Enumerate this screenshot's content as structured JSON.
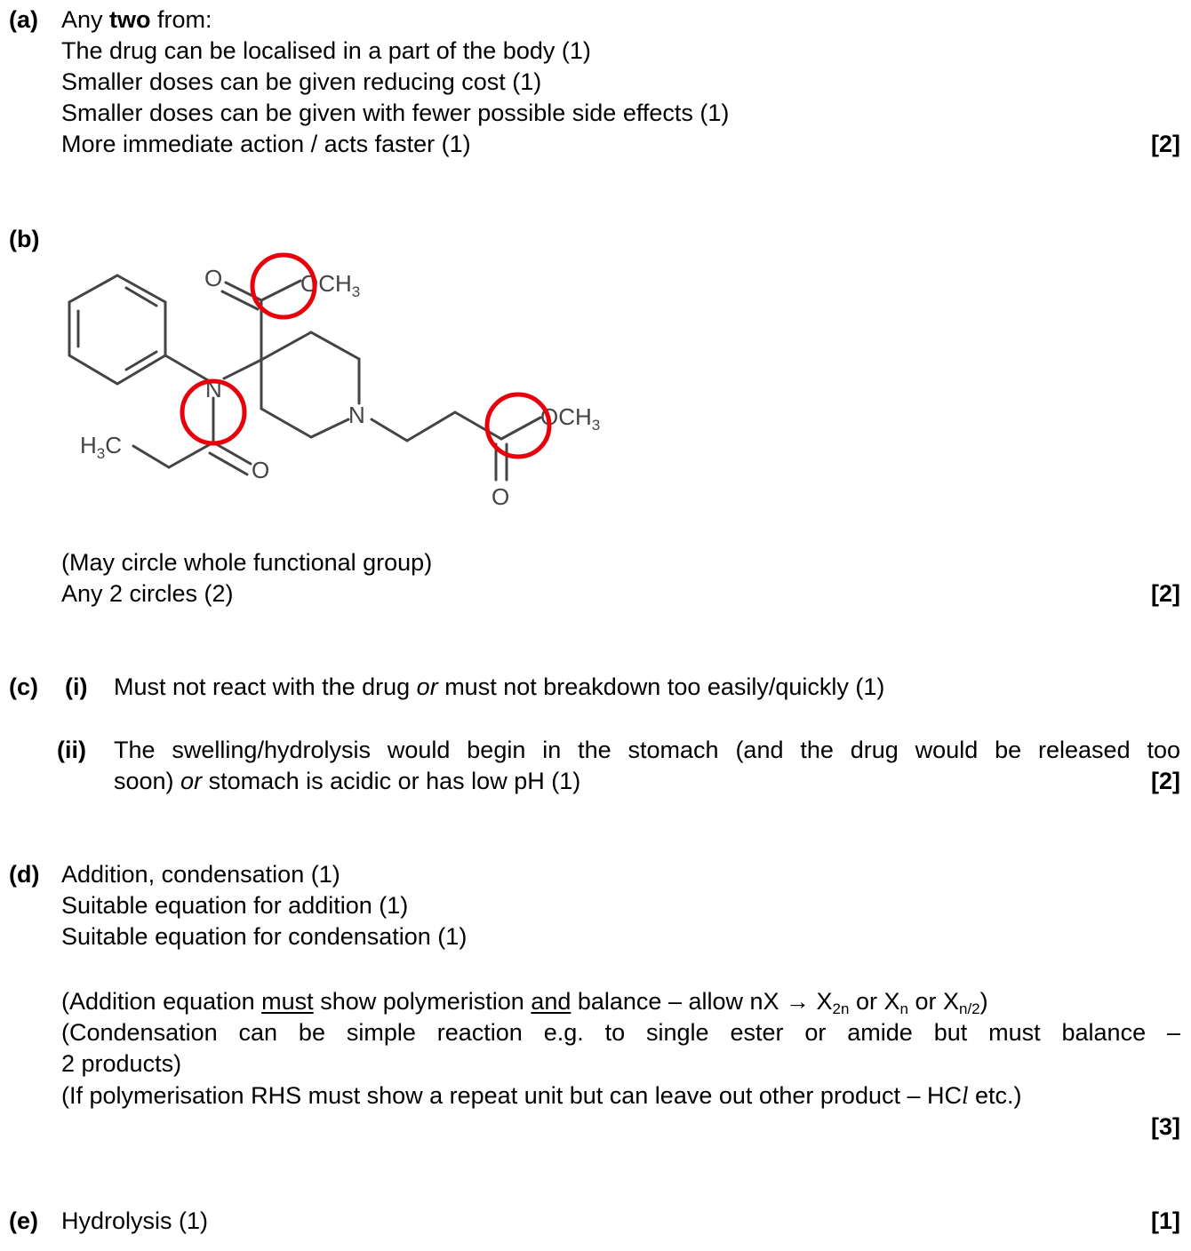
{
  "a": {
    "label": "(a)",
    "intro_pre": "Any ",
    "intro_bold": "two",
    "intro_post": " from:",
    "lines": [
      "The drug can be localised in a part of the body (1)",
      "Smaller doses can be given reducing cost (1)",
      "Smaller doses can be given with fewer possible side effects (1)",
      "More immediate action / acts faster (1)"
    ],
    "mark": "[2]"
  },
  "b": {
    "label": "(b)",
    "structure": {
      "atom_O_top": "O",
      "och3_top": "OCH",
      "och3_top_sub": "3",
      "atom_N_amide": "N",
      "atom_N_ring": "N",
      "h3c": "H",
      "h3c_sub": "3",
      "h3c_tail": "C",
      "atom_O_amide": "O",
      "och3_right": "OCH",
      "och3_right_sub": "3",
      "atom_O_bottom": "O",
      "circle_color": "#e8000b"
    },
    "lines": [
      "(May circle whole functional group)",
      "Any 2 circles  (2)"
    ],
    "mark": "[2]"
  },
  "c": {
    "label": "(c)",
    "i_label": "(i)",
    "i_pre": "Must not react with the drug ",
    "i_or": "or",
    "i_post": " must not breakdown too easily/quickly (1)",
    "ii_label": "(ii)",
    "ii_line1": "The swelling/hydrolysis would begin in the stomach (and the drug would be released too",
    "ii_line2_pre": "soon) ",
    "ii_line2_or": "or",
    "ii_line2_post": " stomach is acidic or has low pH (1)",
    "mark": "[2]"
  },
  "d": {
    "label": "(d)",
    "lines": [
      "Addition, condensation (1)",
      "Suitable equation for addition (1)",
      "Suitable equation for condensation (1)"
    ],
    "note1_a": "(Addition equation ",
    "note1_must": "must",
    "note1_b": " show polymeristion ",
    "note1_and": "and",
    "note1_c": " balance – allow nX → X",
    "note1_sub1": "2n",
    "note1_d": " or X",
    "note1_sub2": "n",
    "note1_e": " or X",
    "note1_sub3": "n/2",
    "note1_f": ")",
    "note2_line1": "(Condensation can be simple reaction e.g. to single ester or amide but must balance –",
    "note2_line2": "2 products)",
    "note3_pre": "(If polymerisation RHS must show a repeat unit but can leave out other product – HC",
    "note3_l": "l",
    "note3_post": " etc.)",
    "mark": "[3]"
  },
  "e": {
    "label": "(e)",
    "text": "Hydrolysis (1)",
    "mark": "[1]"
  }
}
